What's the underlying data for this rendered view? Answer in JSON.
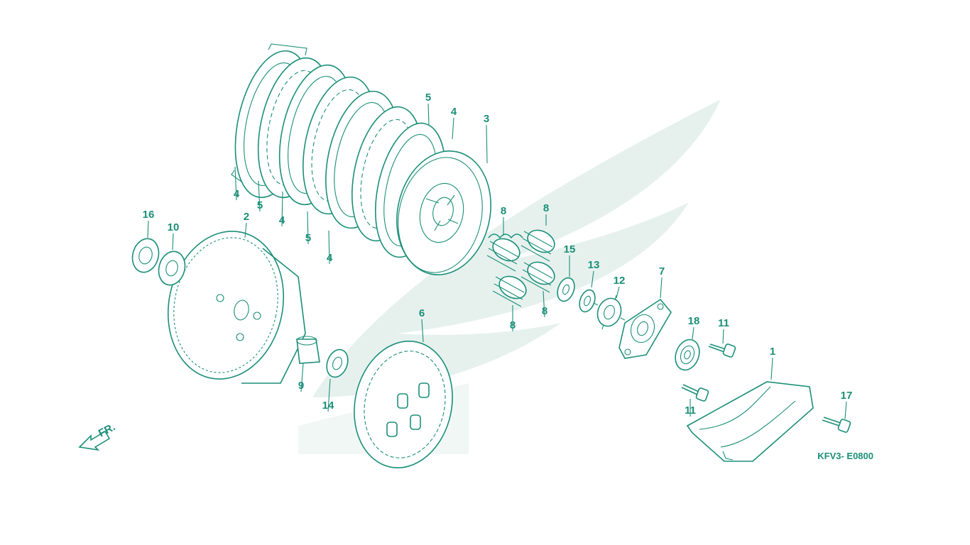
{
  "diagram": {
    "drawing_code": "KFV3- E0800",
    "front_arrow_label": "FR.",
    "colors": {
      "line": "#1a8f78",
      "watermark": "#e6f1ee",
      "background": "#ffffff"
    },
    "callouts": [
      {
        "id": "c1",
        "label": "1"
      },
      {
        "id": "c2",
        "label": "2"
      },
      {
        "id": "c3",
        "label": "3"
      },
      {
        "id": "c4a",
        "label": "4"
      },
      {
        "id": "c4b",
        "label": "4"
      },
      {
        "id": "c4c",
        "label": "4"
      },
      {
        "id": "c4d",
        "label": "4"
      },
      {
        "id": "c5a",
        "label": "5"
      },
      {
        "id": "c5b",
        "label": "5"
      },
      {
        "id": "c5c",
        "label": "5"
      },
      {
        "id": "c6",
        "label": "6"
      },
      {
        "id": "c7",
        "label": "7"
      },
      {
        "id": "c8a",
        "label": "8"
      },
      {
        "id": "c8b",
        "label": "8"
      },
      {
        "id": "c8c",
        "label": "8"
      },
      {
        "id": "c8d",
        "label": "8"
      },
      {
        "id": "c9",
        "label": "9"
      },
      {
        "id": "c10",
        "label": "10"
      },
      {
        "id": "c11a",
        "label": "11"
      },
      {
        "id": "c11b",
        "label": "11"
      },
      {
        "id": "c12",
        "label": "12"
      },
      {
        "id": "c13",
        "label": "13"
      },
      {
        "id": "c14",
        "label": "14"
      },
      {
        "id": "c15",
        "label": "15"
      },
      {
        "id": "c16",
        "label": "16"
      },
      {
        "id": "c17",
        "label": "17"
      },
      {
        "id": "c18",
        "label": "18"
      }
    ]
  }
}
